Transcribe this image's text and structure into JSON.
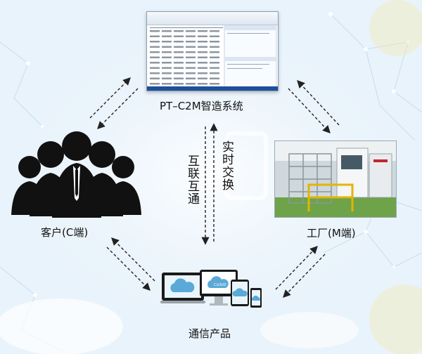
{
  "diagram": {
    "nodes": {
      "system": "PT–C2M智造系统",
      "customer": "客户(C端)",
      "factory": "工厂(M端)",
      "comm": "通信产品"
    },
    "center": {
      "left_text": "互联互通",
      "right_text": "实时交换"
    },
    "device_badge": "CLOUD",
    "colors": {
      "background": "#e9f3fb",
      "arrow": "#222222",
      "cloud": "#5aa9d6",
      "people": "#111111"
    },
    "icons": [
      "people-group-icon",
      "software-screenshot-icon",
      "factory-photo-icon",
      "devices-cloud-icon"
    ]
  }
}
